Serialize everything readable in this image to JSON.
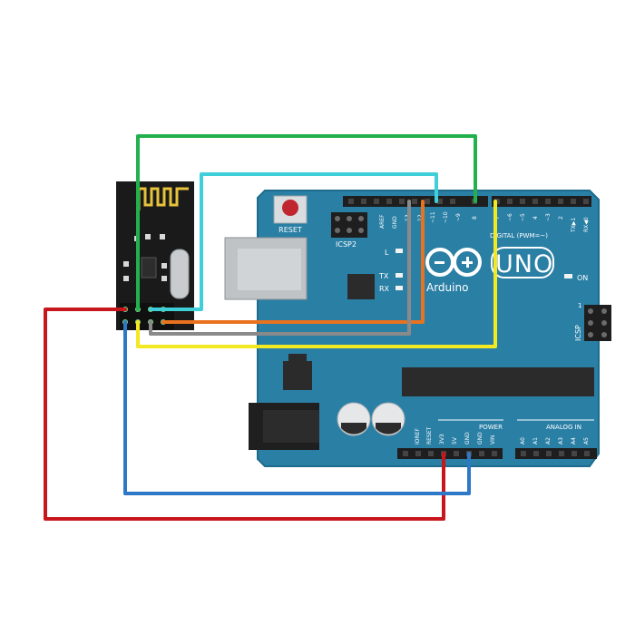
{
  "board": {
    "brand": "Arduino",
    "model": "UNO",
    "reset_label": "RESET",
    "icsp2_label": "ICSP2",
    "icsp_label": "ICSP",
    "on_label": "ON",
    "led_l": "L",
    "led_tx": "TX",
    "led_rx": "RX",
    "digital_label": "DIGITAL (PWM=~)",
    "aref": "AREF",
    "gnd_top": "GND",
    "pin13": "13",
    "pin12": "12",
    "pin11": "~11",
    "pin10": "~10",
    "pin9": "~9",
    "pin8": "8",
    "pin7": "7",
    "pin6": "~6",
    "pin5": "~5",
    "pin4": "4",
    "pin3": "~3",
    "pin2": "2",
    "tx1": "TX▶1",
    "rx0": "RX◀0",
    "icsp_pin1": "1",
    "power_label": "POWER",
    "ioref": "IOREF",
    "reset_pin": "RESET",
    "v33": "3V3",
    "v5": "5V",
    "gnd1": "GND",
    "gnd2": "GND",
    "vin": "VIN",
    "analog_label": "ANALOG IN",
    "a0": "A0",
    "a1": "A1",
    "a2": "A2",
    "a3": "A3",
    "a4": "A4",
    "a5": "A5"
  },
  "colors": {
    "board": "#2a7fa5",
    "wire_green": "#22b14c",
    "wire_cyan": "#3ecfd8",
    "wire_gray": "#8a8a8a",
    "wire_orange": "#e8721f",
    "wire_yellow": "#f3e821",
    "wire_red": "#c8161d",
    "wire_blue": "#2e78c8"
  }
}
